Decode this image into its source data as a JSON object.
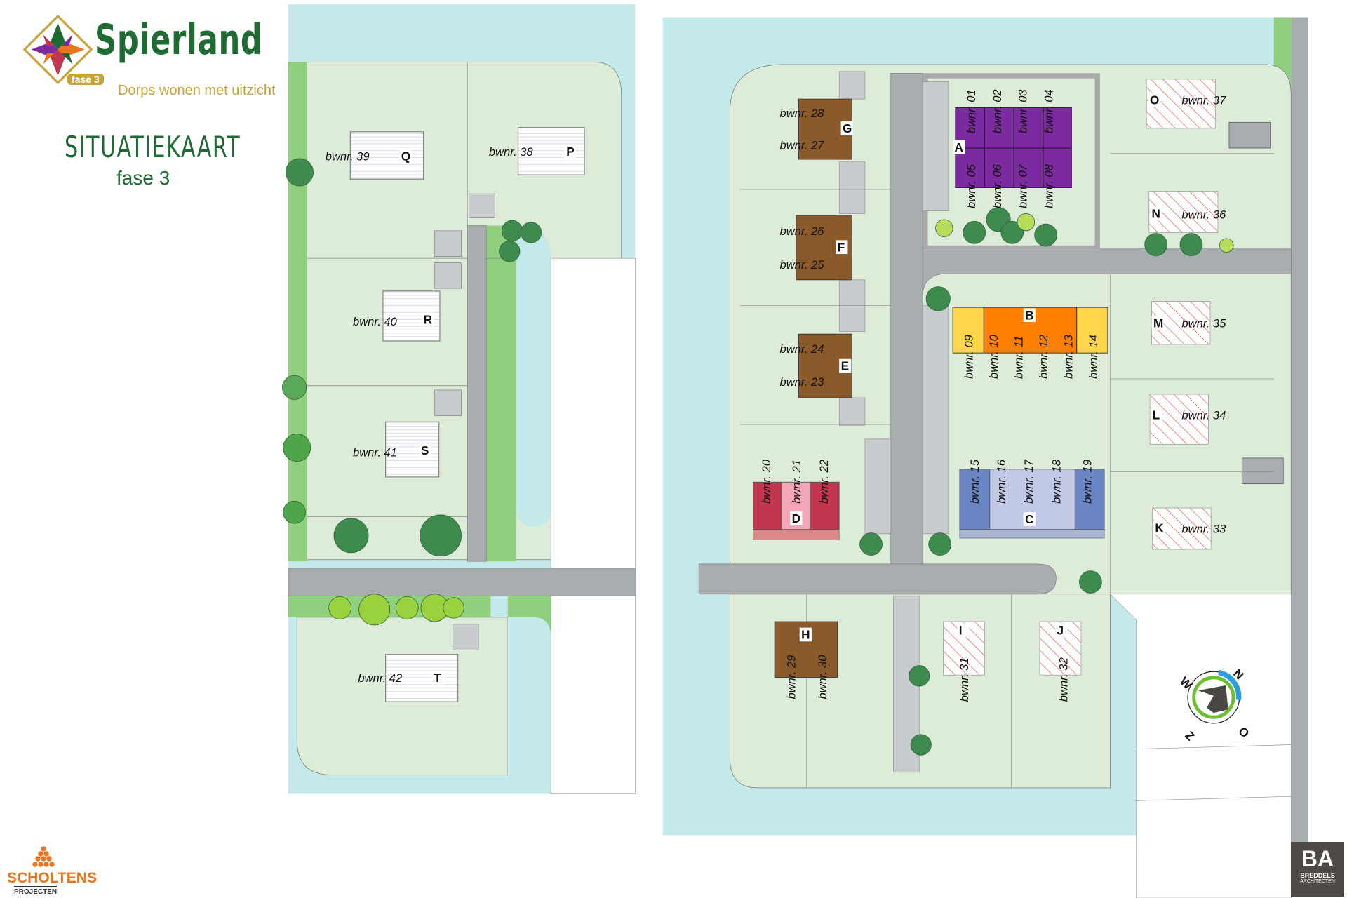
{
  "header": {
    "brand": "Spierland",
    "phase_badge": "fase 3",
    "tagline": "Dorps wonen met uitzicht",
    "title": "SITUATIEKAART",
    "subtitle": "fase 3"
  },
  "units": {
    "01": "bwnr. 01",
    "02": "bwnr. 02",
    "03": "bwnr. 03",
    "04": "bwnr. 04",
    "05": "bwnr. 05",
    "06": "bwnr. 06",
    "07": "bwnr. 07",
    "08": "bwnr. 08",
    "09": "bwnr. 09",
    "10": "bwnr. 10",
    "11": "bwnr. 11",
    "12": "bwnr. 12",
    "13": "bwnr. 13",
    "14": "bwnr. 14",
    "15": "bwnr. 15",
    "16": "bwnr. 16",
    "17": "bwnr. 17",
    "18": "bwnr. 18",
    "19": "bwnr. 19",
    "20": "bwnr. 20",
    "21": "bwnr. 21",
    "22": "bwnr. 22",
    "23": "bwnr. 23",
    "24": "bwnr. 24",
    "25": "bwnr. 25",
    "26": "bwnr. 26",
    "27": "bwnr. 27",
    "28": "bwnr. 28",
    "29": "bwnr. 29",
    "30": "bwnr. 30",
    "31": "bwnr. 31",
    "32": "bwnr. 32",
    "33": "bwnr. 33",
    "34": "bwnr. 34",
    "35": "bwnr. 35",
    "36": "bwnr. 36",
    "37": "bwnr. 37",
    "38": "bwnr. 38",
    "39": "bwnr. 39",
    "40": "bwnr. 40",
    "41": "bwnr. 41",
    "42": "bwnr. 42"
  },
  "blocks": {
    "A": "A",
    "B": "B",
    "C": "C",
    "D": "D",
    "E": "E",
    "F": "F",
    "G": "G",
    "H": "H",
    "I": "I",
    "J": "J",
    "K": "K",
    "L": "L",
    "M": "M",
    "N": "N",
    "O": "O",
    "P": "P",
    "Q": "Q",
    "R": "R",
    "S": "S",
    "T": "T"
  },
  "compass": {
    "north": "N",
    "east": "O",
    "south": "Z",
    "west": "W"
  },
  "footer": {
    "developer": "SCHOLTENS",
    "developer_sub": "PROJECTEN",
    "architect_mark": "BA",
    "architect": "BREDDELS",
    "architect_sub": "ARCHITECTEN"
  },
  "colors": {
    "water": "#c4e9ea",
    "grass": "#dcecd8",
    "green_strip": "#8fcf7e",
    "road": "#a8adb0",
    "block_a": "#7b2aa0",
    "block_b_mid": "#ff7f00",
    "block_b_end": "#ffd54a",
    "block_c_end": "#6b86c4",
    "block_c_mid": "#c1c9e6",
    "block_d_end": "#c0364f",
    "block_d_mid": "#f4a6b8",
    "brown": "#8b5a2b",
    "brand_green": "#1f6b33",
    "gold": "#c8a23a"
  }
}
